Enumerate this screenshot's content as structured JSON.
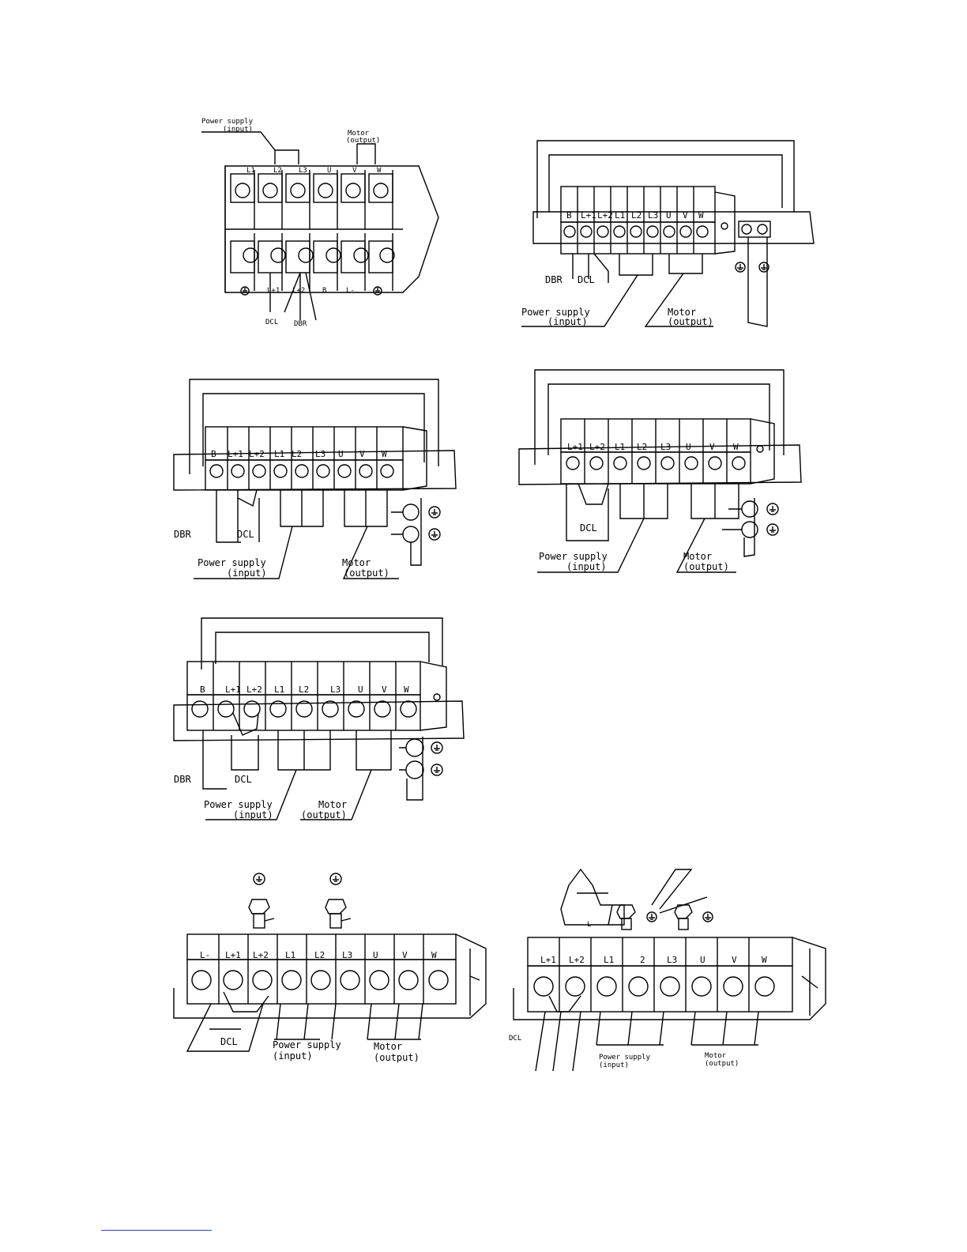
{
  "labels": {
    "power_supply": "Power supply",
    "input": "(input)",
    "motor": "Motor",
    "output": "(output)",
    "dcl": "DCL",
    "dbr": "DBR"
  },
  "panel1": {
    "top_terminals": [
      "L1",
      "L2",
      "L3",
      "U",
      "V",
      "W"
    ],
    "bottom_terminals": [
      "L+1",
      "L+2",
      "B",
      "L-"
    ]
  },
  "panel2": {
    "terminals": [
      "B",
      "L+1",
      "L+2",
      "L1",
      "L2",
      "L3",
      "U",
      "V",
      "W"
    ]
  },
  "panel3": {
    "terminals": [
      "B",
      "L+1",
      "L+2",
      "L1",
      "L2",
      "L3",
      "U",
      "V",
      "W"
    ]
  },
  "panel4": {
    "terminals": [
      "L+1",
      "L+2",
      "L1",
      "L2",
      "L3",
      "U",
      "V",
      "W"
    ]
  },
  "panel5": {
    "terminals": [
      "B",
      "L+1",
      "L+2",
      "L1",
      "L2",
      "L3",
      "U",
      "V",
      "W"
    ]
  },
  "panel6": {
    "terminals": [
      "L-",
      "L+1",
      "L+2",
      "L1",
      "L2",
      "L3",
      "U",
      "V",
      "W"
    ]
  },
  "panel7": {
    "terminals": [
      "L+1",
      "L+2",
      "L1",
      "2",
      "L3",
      "U",
      "V",
      "W"
    ],
    "busbar_label": "L-"
  }
}
